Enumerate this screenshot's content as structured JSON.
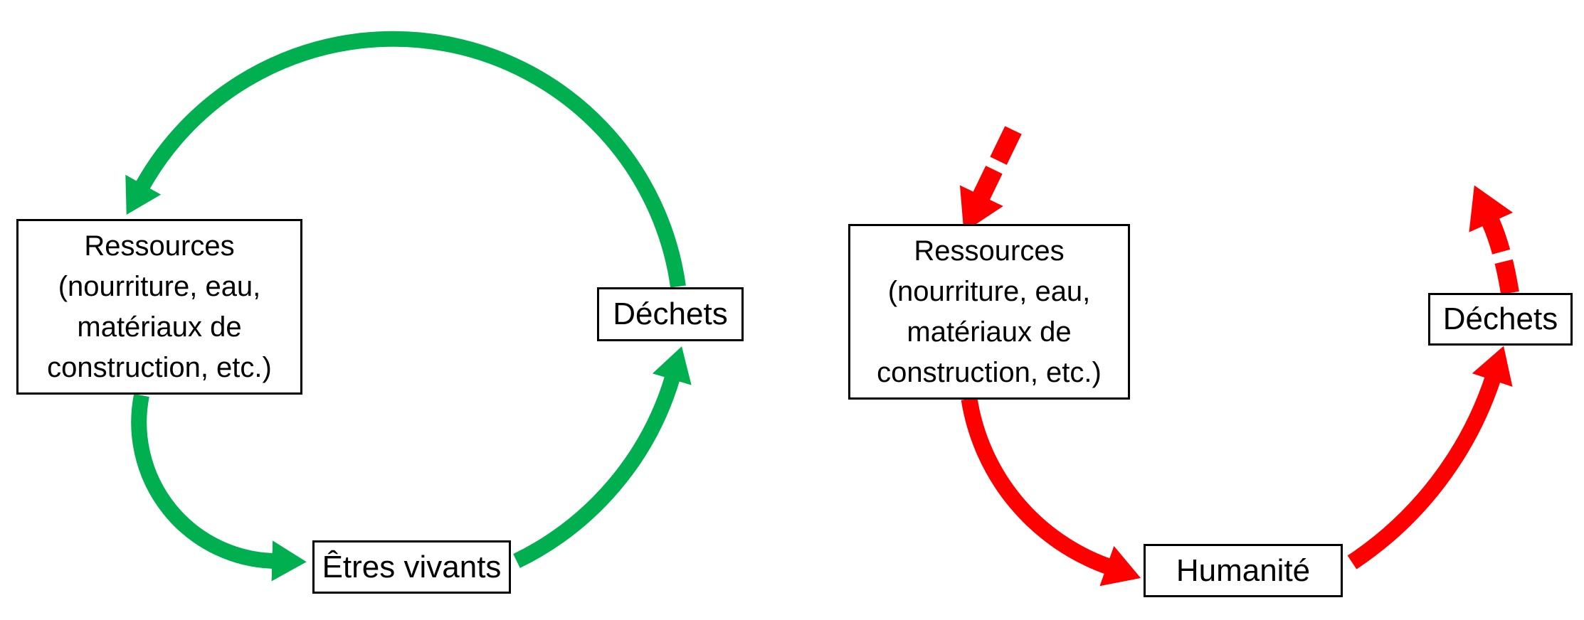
{
  "colors": {
    "green": "#00B050",
    "red": "#FF0000",
    "box_border": "#000000",
    "box_text": "#000000",
    "background": "#FFFFFF"
  },
  "left_diagram": {
    "boxes": {
      "ressources": {
        "label": "Ressources\n(nourriture, eau,\nmatériaux de\nconstruction, etc.)"
      },
      "etres_vivants": {
        "label": "Êtres vivants"
      },
      "dechets": {
        "label": "Déchets"
      }
    },
    "arrows": [
      {
        "name": "ressources-to-etres-vivants",
        "from": "ressources",
        "to": "etres_vivants",
        "style": "solid",
        "color": "green"
      },
      {
        "name": "etres-vivants-to-dechets",
        "from": "etres_vivants",
        "to": "dechets",
        "style": "solid",
        "color": "green"
      },
      {
        "name": "dechets-to-ressources",
        "from": "dechets",
        "to": "ressources",
        "style": "solid",
        "color": "green"
      }
    ]
  },
  "right_diagram": {
    "boxes": {
      "ressources": {
        "label": "Ressources\n(nourriture, eau,\nmatériaux de\nconstruction, etc.)"
      },
      "humanite": {
        "label": "Humanité"
      },
      "dechets": {
        "label": "Déchets"
      }
    },
    "arrows": [
      {
        "name": "inflow-to-ressources",
        "from": "outside",
        "to": "ressources",
        "style": "dashed",
        "color": "red"
      },
      {
        "name": "ressources-to-humanite",
        "from": "ressources",
        "to": "humanite",
        "style": "solid",
        "color": "red"
      },
      {
        "name": "humanite-to-dechets",
        "from": "humanite",
        "to": "dechets",
        "style": "solid",
        "color": "red"
      },
      {
        "name": "outflow-from-dechets",
        "from": "dechets",
        "to": "outside",
        "style": "dashed",
        "color": "red"
      }
    ]
  }
}
